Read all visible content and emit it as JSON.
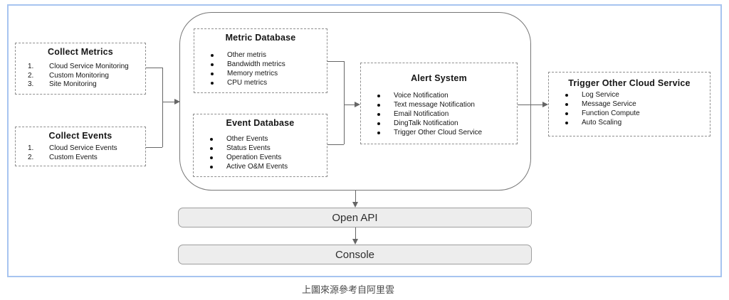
{
  "boxes": {
    "collect_metrics": {
      "title": "Collect Metrics",
      "items": [
        "Cloud Service Monitoring",
        "Custom Monitoring",
        "Site Monitoring"
      ]
    },
    "collect_events": {
      "title": "Collect Events",
      "items": [
        "Cloud Service Events",
        "Custom Events"
      ]
    },
    "metric_database": {
      "title": "Metric Database",
      "items": [
        "Other metris",
        "Bandwidth metrics",
        "Memory metrics",
        "CPU metrics"
      ]
    },
    "event_database": {
      "title": "Event Database",
      "items": [
        "Other Events",
        "Status Events",
        "Operation Events",
        "Active O&M Events"
      ]
    },
    "alert_system": {
      "title": "Alert System",
      "items": [
        "Voice Notification",
        "Text message Notification",
        "Email Notification",
        "DingTalk Notification",
        "Trigger Other Cloud Service"
      ]
    },
    "trigger_other_cloud_service": {
      "title": "Trigger Other Cloud Service",
      "items": [
        "Log Service",
        "Message Service",
        "Function Compute",
        "Auto Scaling"
      ]
    }
  },
  "bars": {
    "open_api": "Open API",
    "console": "Console"
  },
  "caption": "上圖來源參考自阿里雲",
  "colors": {
    "frame_border": "#a7c4f0",
    "dashed_box_border": "#8f8f8f",
    "container_border": "#777777",
    "bar_fill": "#ededed",
    "bar_border": "#9e9e9e",
    "connector_line": "#666666",
    "text": "#161616",
    "caption_text": "#4a4a4a"
  }
}
